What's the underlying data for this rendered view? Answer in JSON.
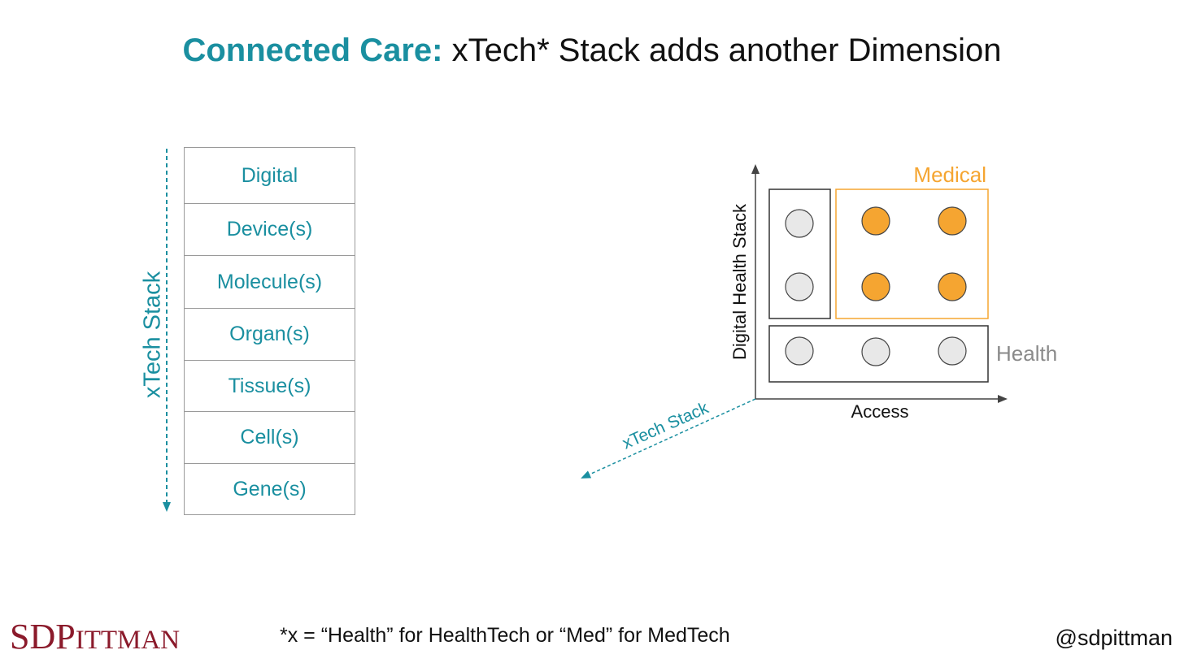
{
  "title": {
    "accent": "Connected Care:",
    "rest": "xTech* Stack adds another Dimension"
  },
  "stack": {
    "axis_label": "xTech Stack",
    "layers": [
      "Digital",
      "Device(s)",
      "Molecule(s)",
      "Organ(s)",
      "Tissue(s)",
      "Cell(s)",
      "Gene(s)"
    ]
  },
  "diagram": {
    "y_axis_label": "Digital Health Stack",
    "x_axis_label": "Access",
    "z_axis_label": "xTech Stack",
    "medical_label": "Medical",
    "health_label": "Health"
  },
  "colors": {
    "teal": "#1a8fa0",
    "orange": "#f5a531",
    "gray_circle": "#e8e8e8",
    "brand_red": "#8b1a2b"
  },
  "footnote": "*x = “Health” for HealthTech or “Med” for MedTech",
  "brand": {
    "first": "SDP",
    "rest": "ITTMAN"
  },
  "handle": "@sdpittman"
}
